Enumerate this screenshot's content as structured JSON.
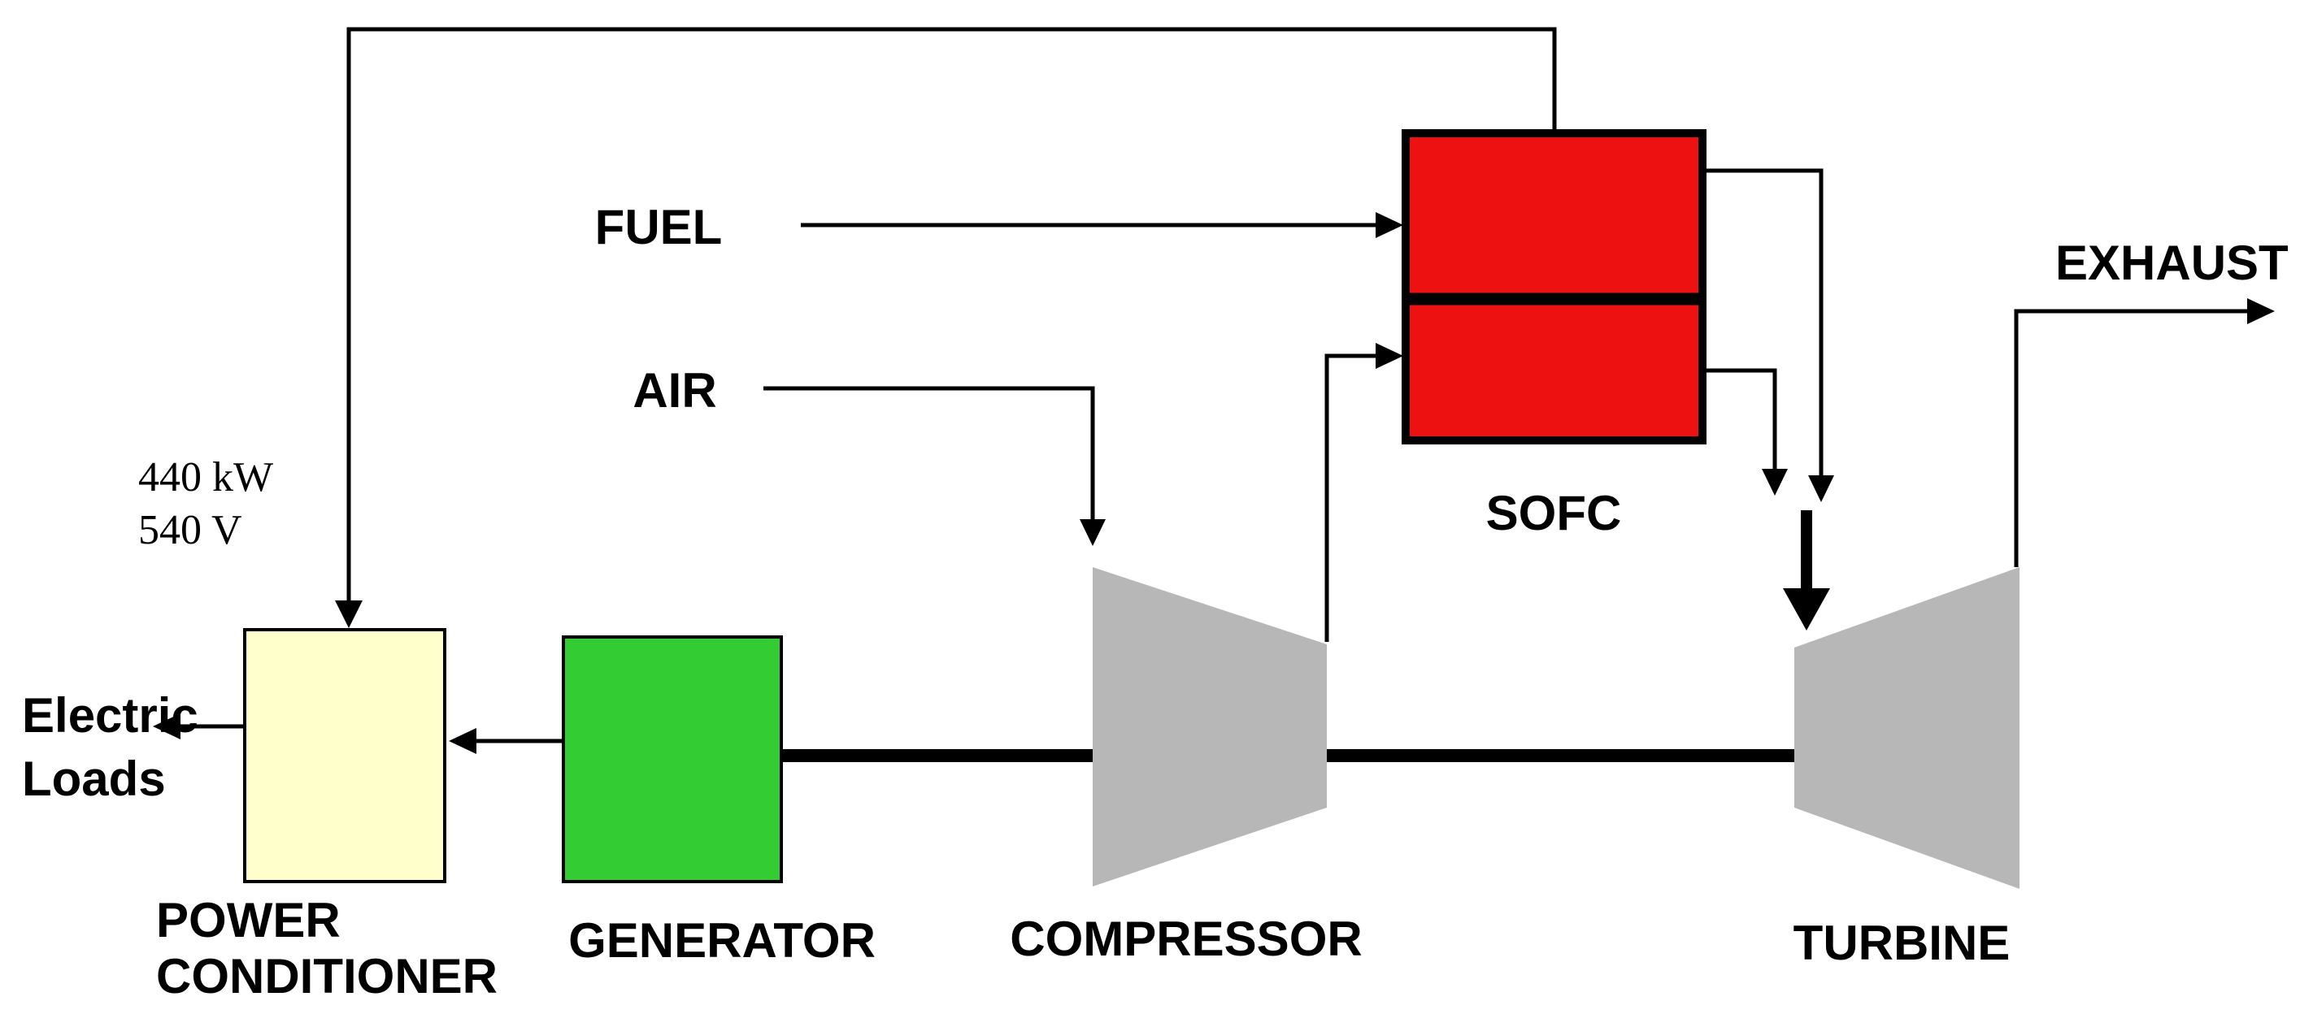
{
  "diagram": {
    "type": "process-flow-diagram",
    "subject": "SOFC gas turbine hybrid power system",
    "labels": {
      "fuel": "FUEL",
      "air": "AIR",
      "exhaust": "EXHAUST",
      "sofc": "SOFC",
      "compressor": "COMPRESSOR",
      "turbine": "TURBINE",
      "generator": "GENERATOR",
      "power_conditioner": [
        "POWER",
        "CONDITIONER"
      ],
      "electric_loads": [
        "Electric",
        "Loads"
      ],
      "power_rating": [
        "440 kW",
        "540 V"
      ]
    },
    "colors": {
      "sofc": "#EE1111",
      "generator": "#33CC33",
      "power_conditioner": "#FFFFCC",
      "compressor": "#B7B7B7",
      "turbine": "#B7B7B7",
      "line": "#000000",
      "background": "#FFFFFF"
    },
    "connections": [
      {
        "from": "FUEL",
        "to": "SOFC upper section"
      },
      {
        "from": "AIR",
        "to": "COMPRESSOR inlet"
      },
      {
        "from": "COMPRESSOR outlet",
        "to": "SOFC lower section"
      },
      {
        "from": "SOFC upper section",
        "to": "TURBINE inlet"
      },
      {
        "from": "SOFC lower section",
        "to": "TURBINE inlet"
      },
      {
        "from": "TURBINE outlet",
        "to": "EXHAUST"
      },
      {
        "from": "SOFC top",
        "to": "POWER CONDITIONER",
        "note": "electrical output 440 kW 540 V"
      },
      {
        "from": "GENERATOR",
        "to": "POWER CONDITIONER"
      },
      {
        "from": "POWER CONDITIONER",
        "to": "Electric Loads"
      },
      {
        "from": "TURBINE",
        "to": "COMPRESSOR and GENERATOR",
        "note": "mechanical shaft"
      }
    ]
  }
}
